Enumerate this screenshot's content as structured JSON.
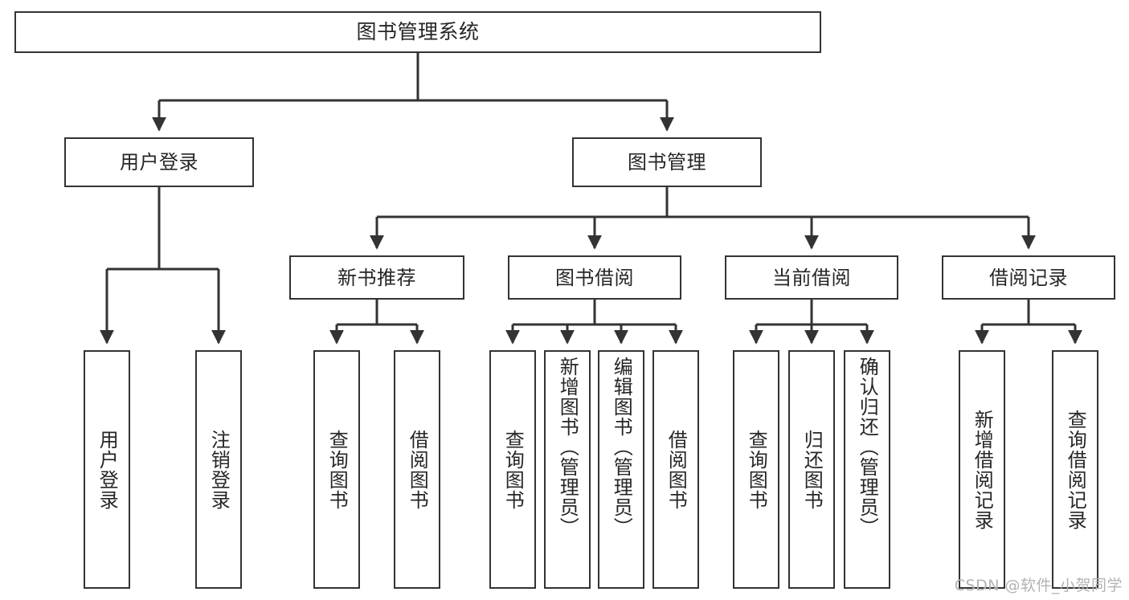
{
  "diagram": {
    "title": "图书管理系统",
    "type": "tree-structure-chart",
    "stroke_color": "#333333",
    "fill_color": "#ffffff",
    "text_color": "#262626"
  },
  "nodes": {
    "root": {
      "label": "图书管理系统"
    },
    "level2": [
      {
        "id": "user-login",
        "label": "用户登录"
      },
      {
        "id": "book-manage",
        "label": "图书管理"
      }
    ],
    "level3": [
      {
        "id": "new-book-recommend",
        "label": "新书推荐"
      },
      {
        "id": "book-borrow",
        "label": "图书借阅"
      },
      {
        "id": "current-borrow",
        "label": "当前借阅"
      },
      {
        "id": "borrow-record",
        "label": "借阅记录"
      }
    ],
    "leaves": {
      "user_login": [
        {
          "id": "leaf-user-login",
          "label": "用户登录"
        },
        {
          "id": "leaf-logout-login",
          "label": "注销登录"
        }
      ],
      "new_book_recommend": [
        {
          "id": "leaf-query-book-1",
          "label": "查询图书"
        },
        {
          "id": "leaf-borrow-book-1",
          "label": "借阅图书"
        }
      ],
      "book_borrow": [
        {
          "id": "leaf-query-book-2",
          "label": "查询图书"
        },
        {
          "id": "leaf-add-book",
          "label": "新增图书（管理员）"
        },
        {
          "id": "leaf-edit-book",
          "label": "编辑图书（管理员）"
        },
        {
          "id": "leaf-borrow-book-2",
          "label": "借阅图书"
        }
      ],
      "current_borrow": [
        {
          "id": "leaf-query-book-3",
          "label": "查询图书"
        },
        {
          "id": "leaf-return-book",
          "label": "归还图书"
        },
        {
          "id": "leaf-confirm-return",
          "label": "确认归还（管理员）"
        }
      ],
      "borrow_record": [
        {
          "id": "leaf-add-borrow-record",
          "label": "新增借阅记录"
        },
        {
          "id": "leaf-query-borrow-record",
          "label": "查询借阅记录"
        }
      ]
    }
  },
  "watermark": {
    "text": "CSDN @软件_小贺同学"
  }
}
